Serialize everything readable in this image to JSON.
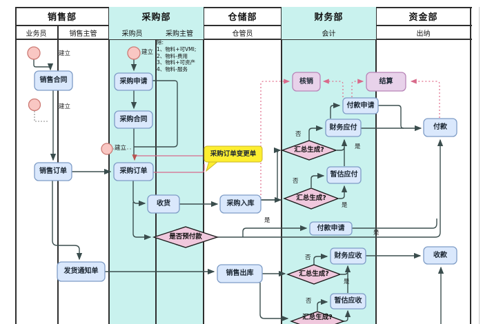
{
  "lanes": [
    {
      "dept": "销售部",
      "roles": [
        "业务员",
        "销售主管"
      ]
    },
    {
      "dept": "采购部",
      "roles": [
        "采购员",
        "采购主管"
      ]
    },
    {
      "dept": "仓储部",
      "roles": [
        "仓管员"
      ]
    },
    {
      "dept": "财务部",
      "roles": [
        "会计"
      ]
    },
    {
      "dept": "资金部",
      "roles": [
        "出纳"
      ]
    }
  ],
  "nodes": {
    "sales_contract": "销售合同",
    "sales_order": "销售订单",
    "delivery_notice": "发货通知单",
    "purchase_request": "采购申请",
    "purchase_contract": "采购合同",
    "purchase_order": "采购订单",
    "receive_goods": "收货",
    "purchase_inbound": "采购入库",
    "sales_outbound": "销售出库",
    "prepay_decision": "是否预付款",
    "summary_check": "汇总生成?",
    "writeoff": "核销",
    "settlement": "结算",
    "payment_request": "付款申请",
    "fin_payable": "财务应付",
    "est_payable": "暂估应付",
    "fin_receivable": "财务应收",
    "est_receivable": "暂估应收",
    "payment": "付款",
    "receipt": "收款",
    "change_note": "采购订单变更单"
  },
  "labels": {
    "create": "建立",
    "yes": "是",
    "no": "否"
  },
  "note": {
    "title": "除:",
    "items": [
      "1、物料+可VMI;",
      "2、物料-费用",
      "3、物料+可资产",
      "4、物料-服务"
    ]
  },
  "colors": {
    "lane_cyan": "#c9f2ee",
    "box_blue": "#dae8fc",
    "box_blue_border": "#7e9cc6",
    "box_purple": "#e8d2ea",
    "box_purple_border": "#b784b7",
    "diamond_pink": "#f0c8dd",
    "circle_pink": "#f9c7c3",
    "callout_yellow": "#fdee30",
    "line_dark": "#3a4d4d",
    "line_pink": "#d86a8a",
    "arrow_red": "#b85450"
  }
}
